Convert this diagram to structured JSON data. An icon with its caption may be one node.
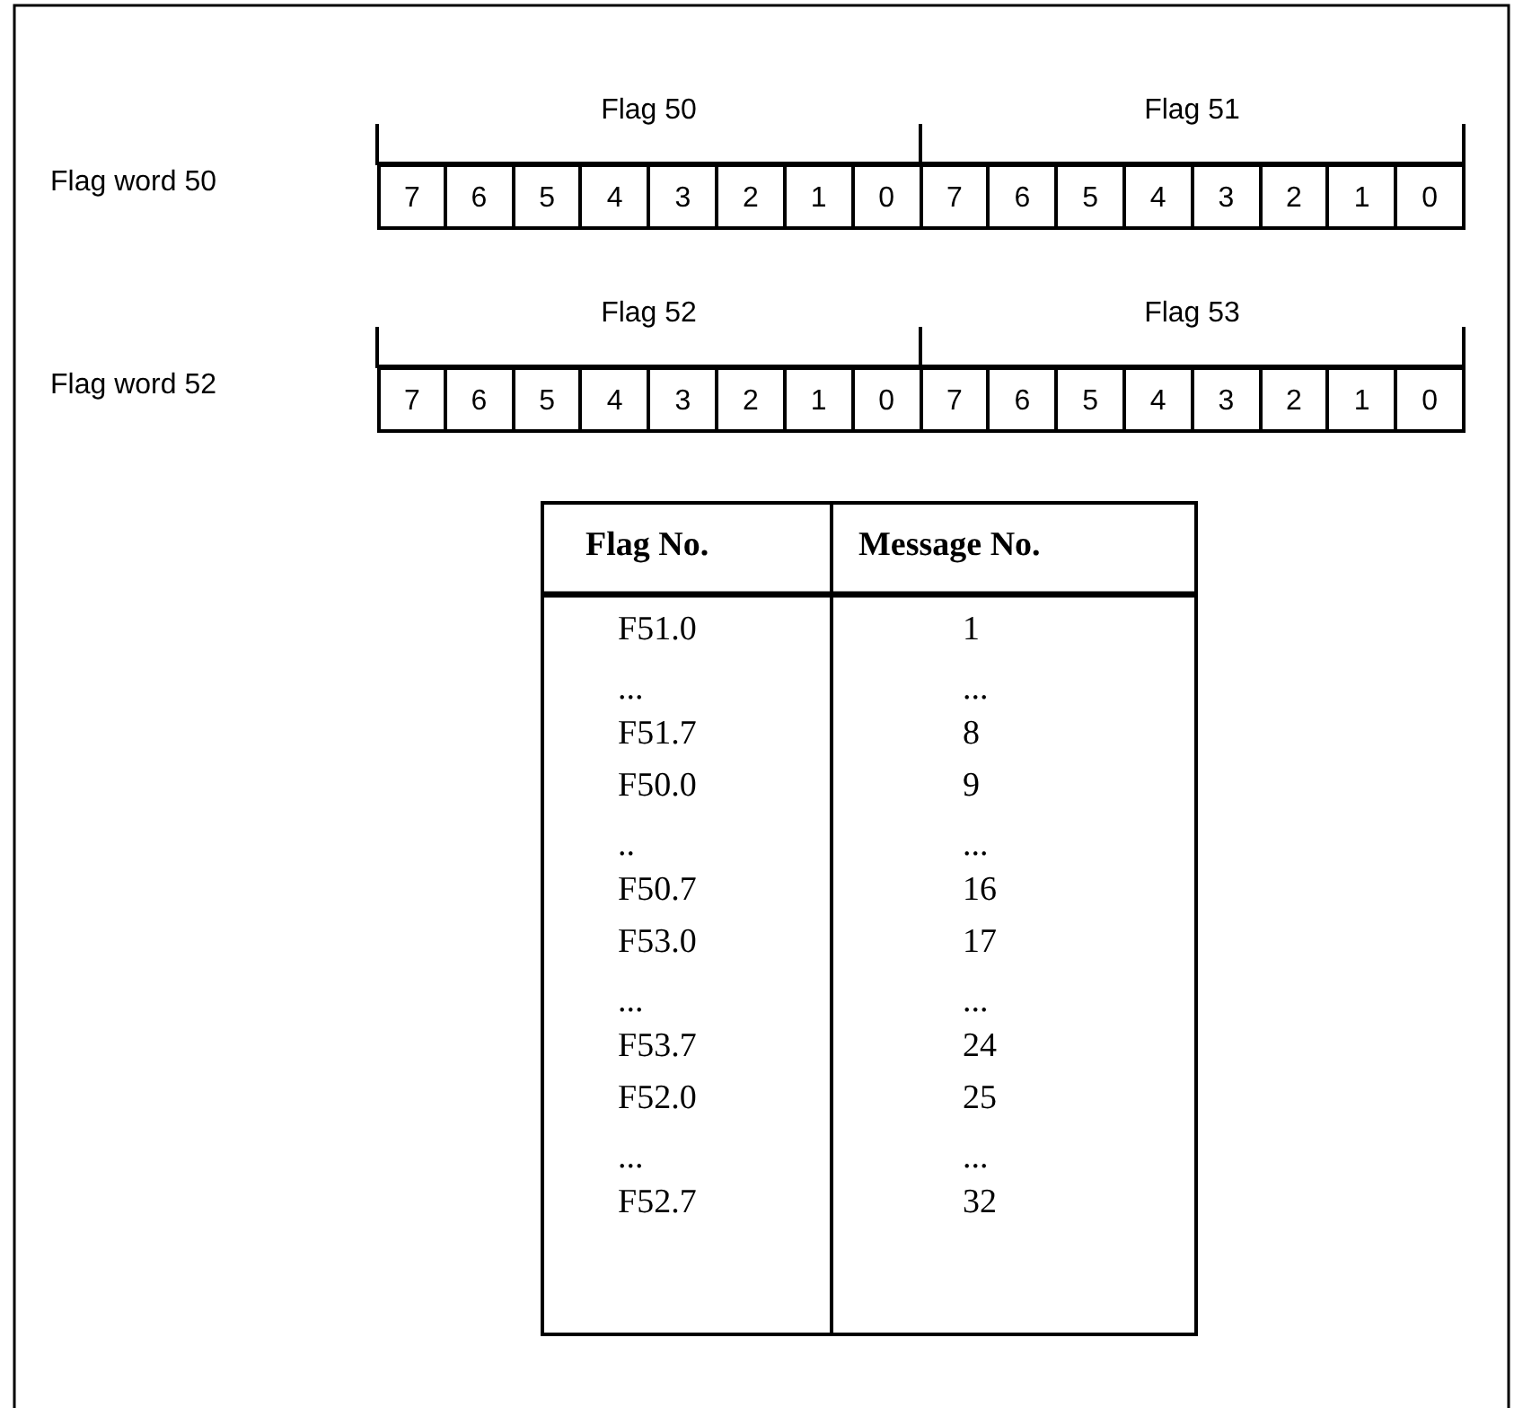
{
  "diagram": {
    "labels": [
      "Flag 50",
      "Flag 51",
      "Flag word 50",
      "7",
      "6",
      "5",
      "4",
      "3",
      "2",
      "1",
      "0",
      "7",
      "6",
      "5",
      "4",
      "3",
      "2",
      "1",
      "0",
      "Flag 52",
      "Flag 53",
      "Flag word 52",
      "7",
      "6",
      "5",
      "4",
      "3",
      "2",
      "1",
      "0",
      "7",
      "6",
      "5",
      "4",
      "3",
      "2",
      "1",
      "0",
      "Flag No.",
      "Message No.",
      "F51.0",
      "1",
      "...",
      "...",
      "F51.7",
      "8",
      "F50.0",
      "9",
      "..",
      "...",
      "F50.7",
      "16",
      "F53.0",
      "17",
      "...",
      "...",
      "F53.7",
      "24",
      "F52.0",
      "25",
      "...",
      "...",
      "F52.7",
      "32"
    ]
  }
}
